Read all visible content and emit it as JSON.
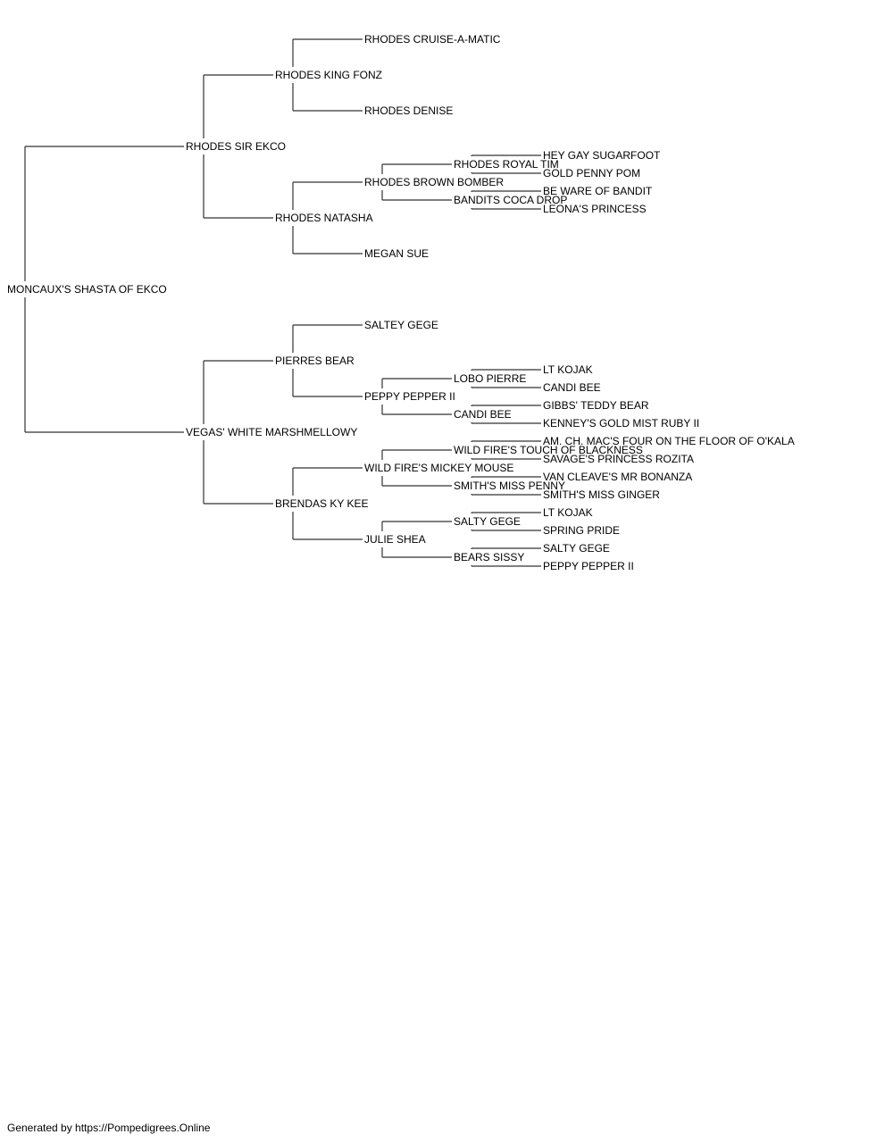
{
  "colors": {
    "text": "#000000",
    "highlight": "#e00000",
    "lines": "#333333"
  },
  "tree": {
    "name": "MONCAUX'S SHASTA OF EKCO",
    "children": [
      {
        "name": "RHODES SIR EKCO",
        "children": [
          {
            "name": "RHODES KING FONZ",
            "children": [
              {
                "name": "RHODES CRUISE-A-MATIC"
              },
              {
                "name": "RHODES DENISE"
              }
            ]
          },
          {
            "name": "RHODES NATASHA",
            "children": [
              {
                "name": "RHODES BROWN BOMBER",
                "children": [
                  {
                    "name": "RHODES ROYAL TIM",
                    "children": [
                      {
                        "name": "HEY GAY SUGARFOOT"
                      },
                      {
                        "name": "GOLD PENNY POM"
                      }
                    ]
                  },
                  {
                    "name": "BANDITS COCA DROP",
                    "children": [
                      {
                        "name": "BE WARE OF BANDIT"
                      },
                      {
                        "name": "LEONA'S PRINCESS"
                      }
                    ]
                  }
                ]
              },
              {
                "name": "MEGAN SUE"
              }
            ]
          }
        ]
      },
      {
        "name": "VEGAS' WHITE MARSHMELLOWY",
        "children": [
          {
            "name": "PIERRES BEAR",
            "children": [
              {
                "name": "SALTEY GEGE"
              },
              {
                "name": "PEPPY PEPPER II",
                "children": [
                  {
                    "name": "LOBO PIERRE",
                    "children": [
                      {
                        "name": "LT KOJAK"
                      },
                      {
                        "name": "CANDI BEE"
                      }
                    ]
                  },
                  {
                    "name": "CANDI BEE",
                    "children": [
                      {
                        "name": "GIBBS' TEDDY BEAR"
                      },
                      {
                        "name": "KENNEY'S GOLD MIST RUBY II"
                      }
                    ]
                  }
                ]
              }
            ]
          },
          {
            "name": "BRENDAS KY KEE",
            "children": [
              {
                "name": "WILD FIRE'S MICKEY MOUSE",
                "children": [
                  {
                    "name": "WILD FIRE'S TOUCH OF BLACKNESS",
                    "children": [
                      {
                        "name": "AM. CH. MAC'S FOUR ON THE FLOOR OF O'KALA",
                        "highlight": true
                      },
                      {
                        "name": "SAVAGE'S PRINCESS ROZITA"
                      }
                    ]
                  },
                  {
                    "name": "SMITH'S MISS PENNY",
                    "children": [
                      {
                        "name": "VAN CLEAVE'S MR BONANZA"
                      },
                      {
                        "name": "SMITH'S MISS GINGER"
                      }
                    ]
                  }
                ]
              },
              {
                "name": "JULIE SHEA",
                "children": [
                  {
                    "name": "SALTY GEGE",
                    "children": [
                      {
                        "name": "LT KOJAK"
                      },
                      {
                        "name": "SPRING PRIDE"
                      }
                    ]
                  },
                  {
                    "name": "BEARS SISSY",
                    "children": [
                      {
                        "name": "SALTY GEGE"
                      },
                      {
                        "name": "PEPPY PEPPER II"
                      }
                    ]
                  }
                ]
              }
            ]
          }
        ]
      }
    ]
  },
  "footer": {
    "text": "Generated by https://Pompedigrees.Online"
  }
}
